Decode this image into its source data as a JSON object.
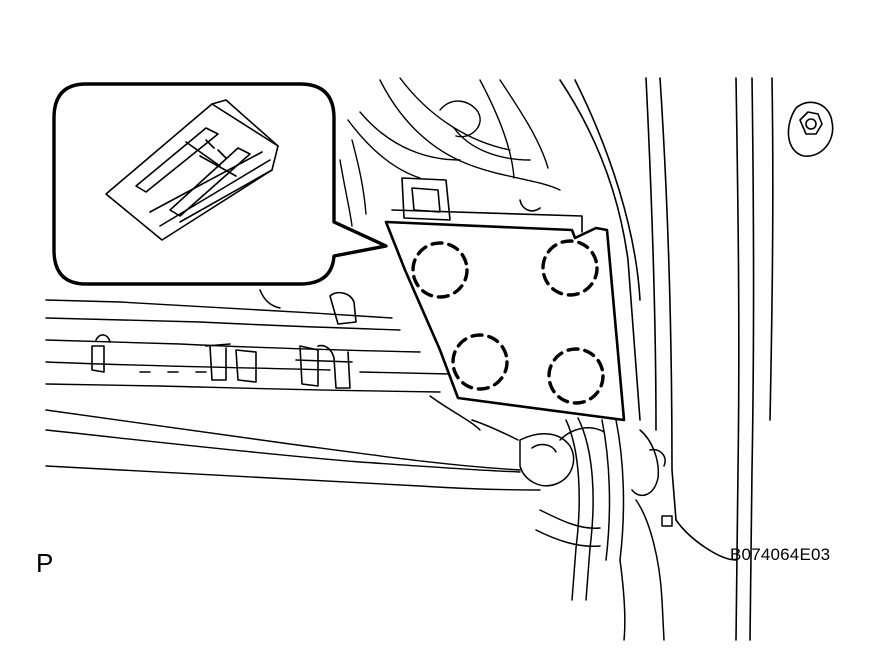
{
  "figure": {
    "view_label": "P",
    "figure_code": "B074064E03",
    "colors": {
      "ink": "#000000",
      "paper": "#ffffff"
    },
    "icons": [
      "detail-callout-bubble",
      "clip-detail-icon",
      "clip-location-marker"
    ],
    "clip_location_count": 4
  }
}
